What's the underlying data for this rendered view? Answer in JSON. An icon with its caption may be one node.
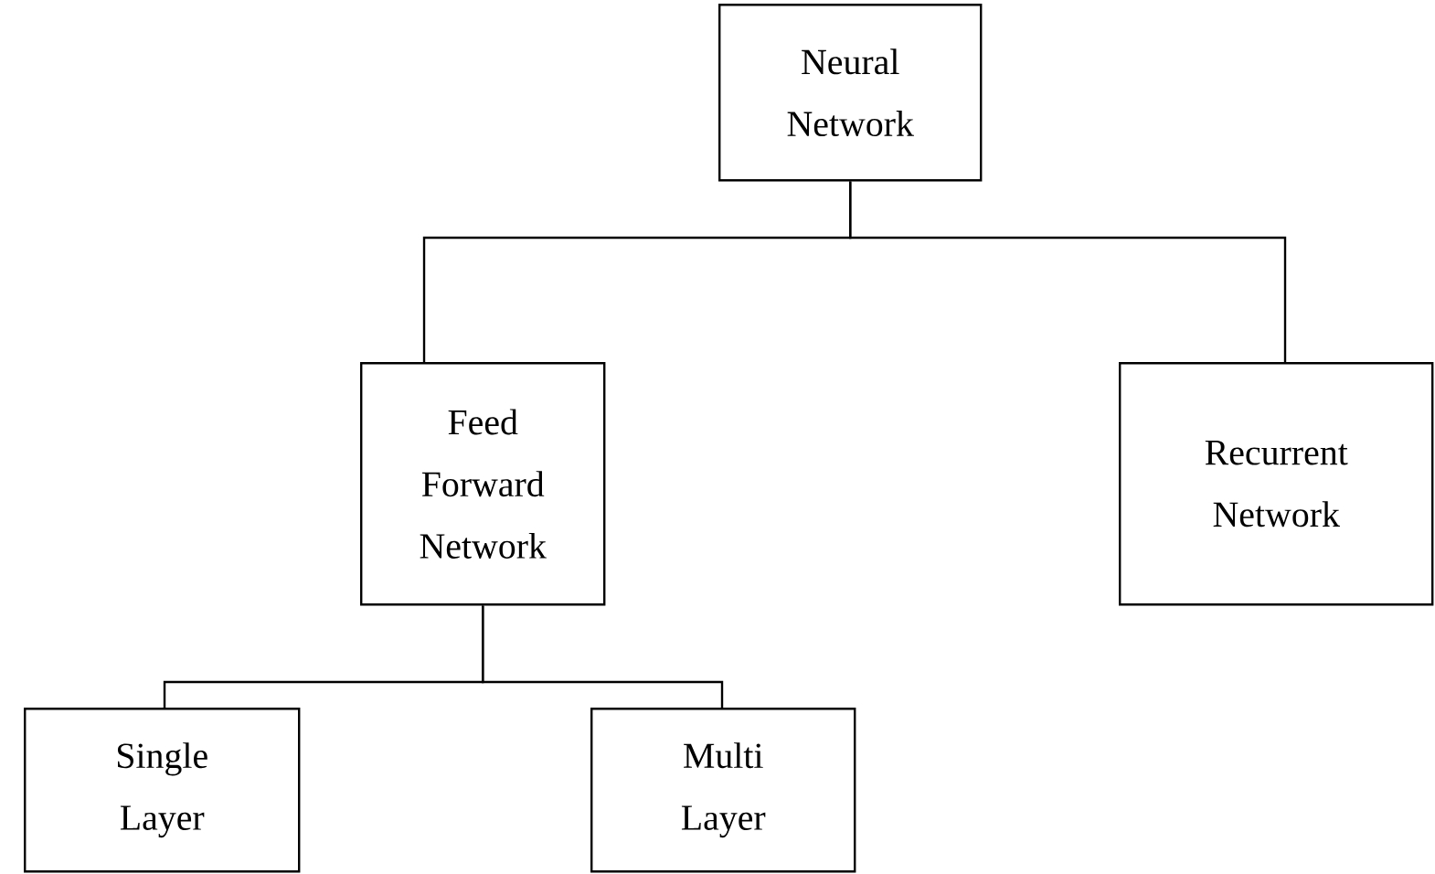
{
  "diagram": {
    "nodes": [
      {
        "text": [
          "Neural Network"
        ]
      },
      {
        "text": [
          "Feed Forward Network"
        ]
      },
      {
        "text": [
          "Recurrent Network"
        ]
      },
      {
        "text": [
          "Single Layer"
        ]
      },
      {
        "text": [
          "Multi Layer"
        ]
      }
    ],
    "edges": [
      {
        "from": 0,
        "to": 1,
        "arrow": "none"
      },
      {
        "from": 0,
        "to": 2,
        "arrow": "none"
      },
      {
        "from": 1,
        "to": 3,
        "arrow": "none"
      },
      {
        "from": 1,
        "to": 4,
        "arrow": "none"
      }
    ]
  }
}
